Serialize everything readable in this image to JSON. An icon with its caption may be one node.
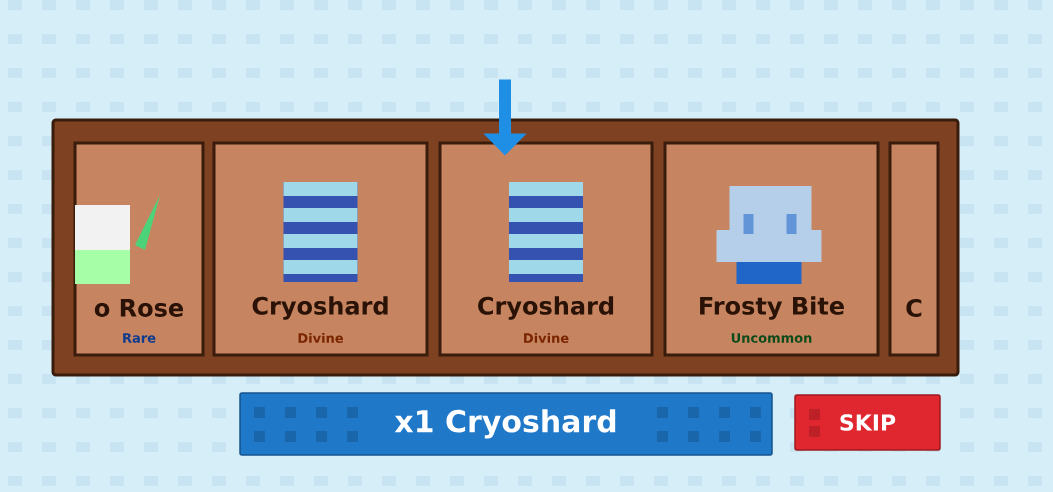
{
  "diagram": {
    "nodes": [
      {
        "text": [],
        "shape": "box"
      },
      {
        "text": [
          "o Rose",
          "Rare"
        ],
        "in": 0
      },
      {
        "text": [
          "Cryoshard",
          "Divine"
        ],
        "in": 0
      },
      {
        "text": [
          "Cryoshard",
          "Divine"
        ],
        "in": 0
      },
      {
        "text": [
          "Frosty Bite",
          "Uncommon"
        ],
        "in": 0
      },
      {
        "text": [
          "C"
        ],
        "in": 0
      },
      {
        "text": [
          "x1 Cryoshard"
        ]
      },
      {
        "text": [
          "SKIP"
        ]
      }
    ],
    "edges": [
      {
        "from": null,
        "to": 3,
        "arrow": "to"
      }
    ]
  }
}
